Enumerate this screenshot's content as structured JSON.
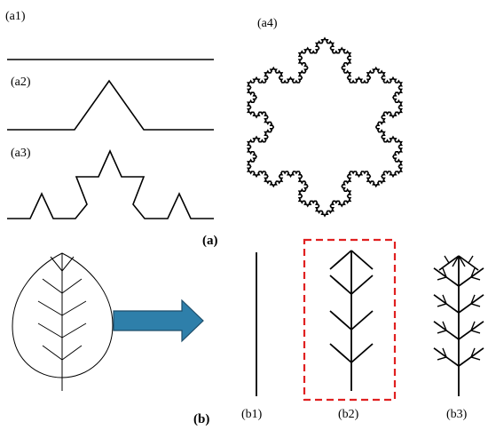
{
  "labels": {
    "a1": "(a1)",
    "a2": "(a2)",
    "a3": "(a3)",
    "a4": "(a4)",
    "a": "(a)",
    "b": "(b)",
    "b1": "(b1)",
    "b2": "(b2)",
    "b3": "(b3)"
  },
  "colors": {
    "line": "#000000",
    "arrow_fill": "#2e7faa",
    "arrow_stroke": "#1f4e6a",
    "highlight_box": "#e02020"
  },
  "koch_snowflake_iterations": 4
}
